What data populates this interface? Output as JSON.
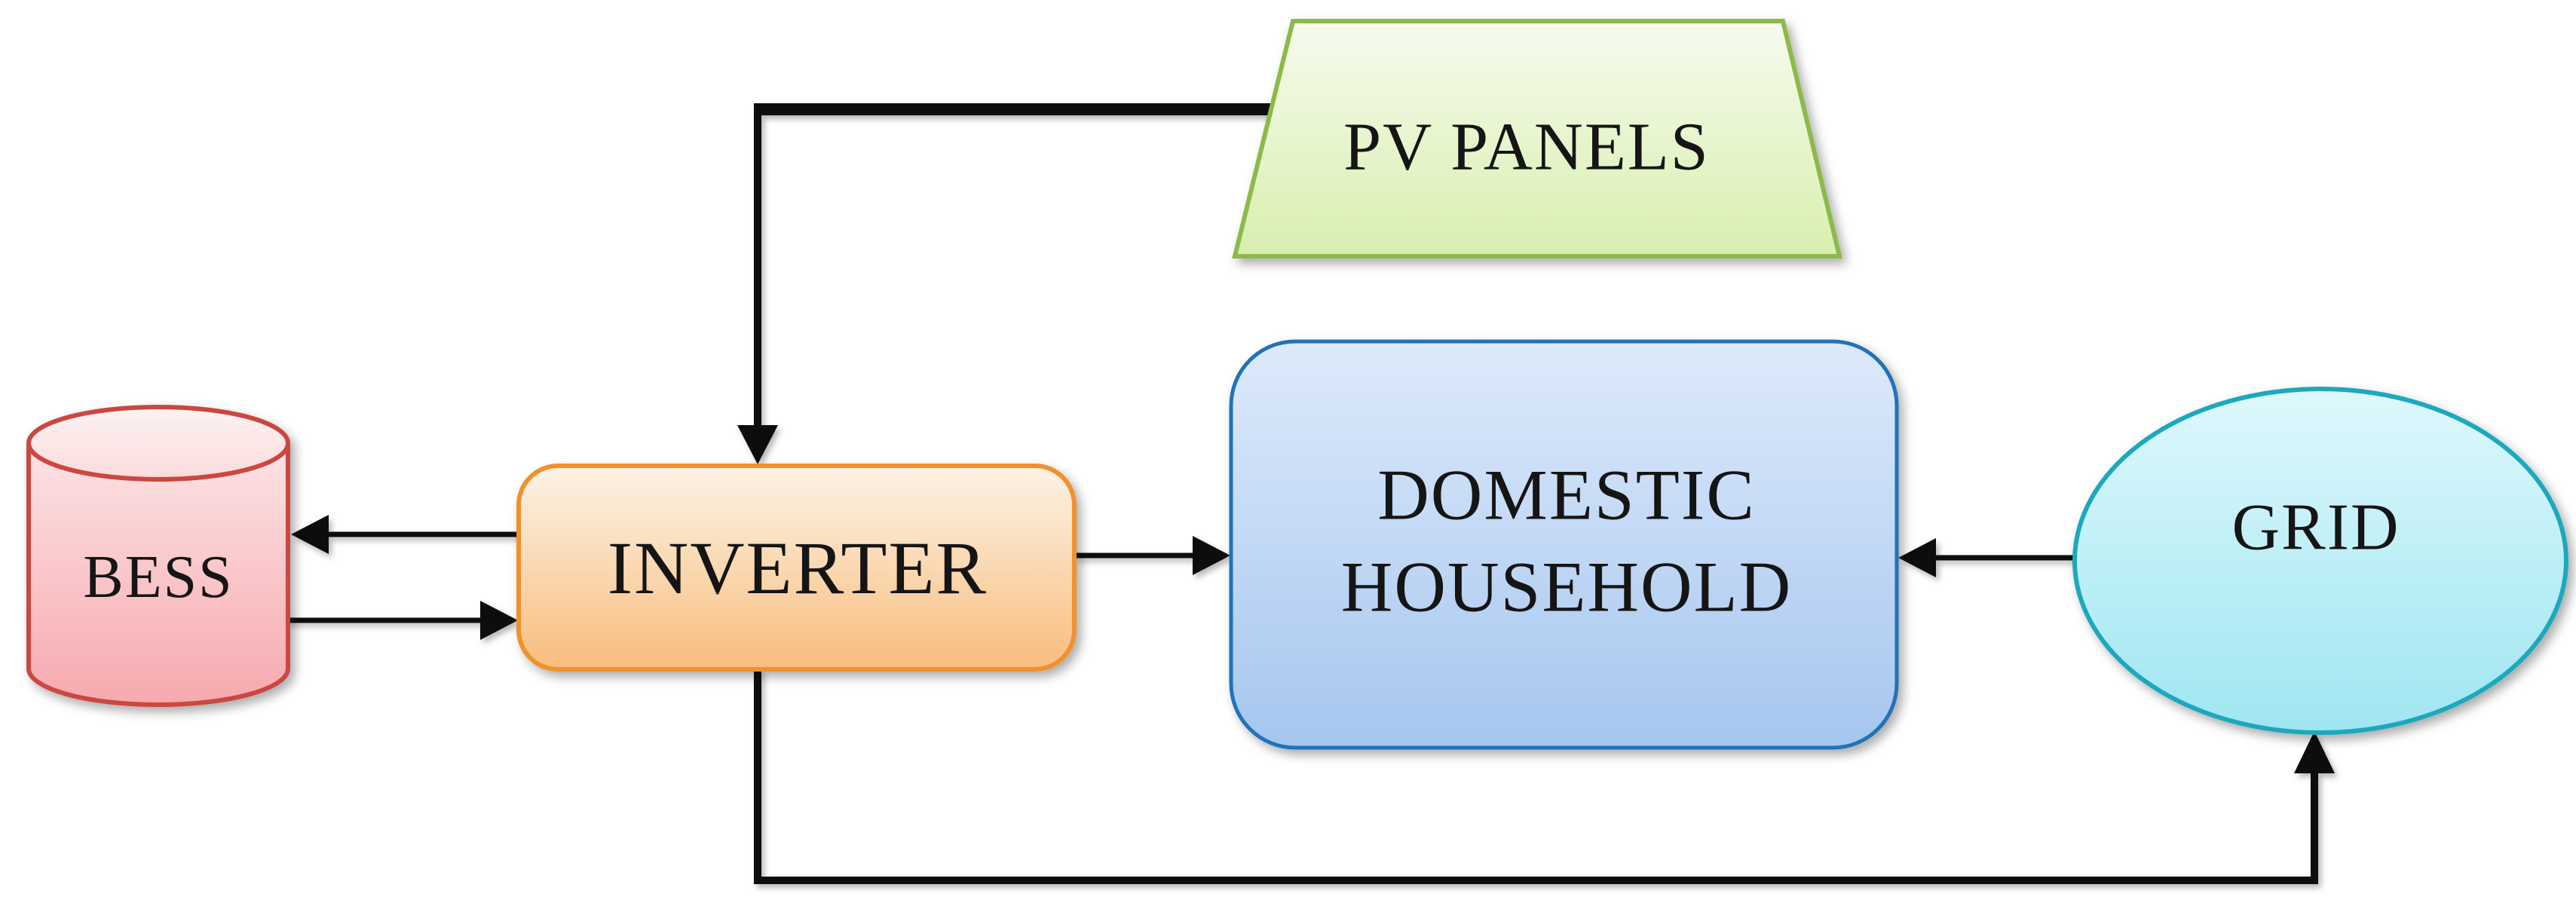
{
  "diagram": {
    "background": "#FFFFFF",
    "line_color": "#111111",
    "nodes": {
      "pv_panels": {
        "label": "PV PANELS",
        "shape": "trapezoid",
        "fill_top": "#F5FBEB",
        "fill_bottom": "#D8EFAE",
        "border": "#8CBA4A"
      },
      "bess": {
        "label": "BESS",
        "shape": "cylinder",
        "fill_top": "#FCEAEB",
        "fill_bottom": "#F7A9AE",
        "border": "#CB4641"
      },
      "inverter": {
        "label": "INVERTER",
        "shape": "rounded-rectangle",
        "fill_top": "#FDF3E7",
        "fill_bottom": "#F8BD7D",
        "border": "#F0912D"
      },
      "household": {
        "label": "DOMESTIC\nHOUSEHOLD",
        "shape": "rounded-rectangle",
        "fill_top": "#DDEAFB",
        "fill_bottom": "#A6C6EF",
        "border": "#2472B8"
      },
      "grid": {
        "label": "GRID",
        "shape": "ellipse",
        "fill_top": "#DDF8FC",
        "fill_bottom": "#9FE6F1",
        "border": "#1BA8BE"
      }
    },
    "edges": [
      {
        "from": "PV PANELS",
        "to": "INVERTER"
      },
      {
        "from": "INVERTER",
        "to": "BESS"
      },
      {
        "from": "BESS",
        "to": "INVERTER"
      },
      {
        "from": "INVERTER",
        "to": "DOMESTIC HOUSEHOLD"
      },
      {
        "from": "GRID",
        "to": "DOMESTIC HOUSEHOLD"
      },
      {
        "from": "INVERTER",
        "to": "GRID"
      }
    ]
  }
}
